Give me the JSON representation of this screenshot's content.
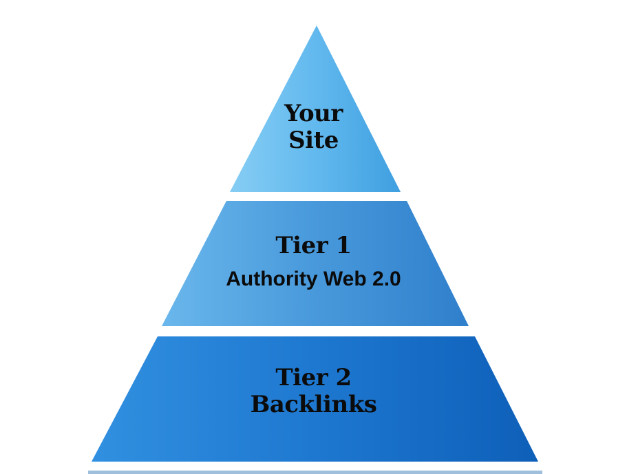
{
  "tiers": {
    "top": {
      "line1": "Your",
      "line2": "Site",
      "color": "#5ab4ec"
    },
    "middle": {
      "line1": "Tier 1",
      "line2": "Authority Web 2.0",
      "color": "#4797da"
    },
    "bottom": {
      "line1": "Tier 2",
      "line2": "Backlinks",
      "color": "#1f78d0"
    }
  }
}
